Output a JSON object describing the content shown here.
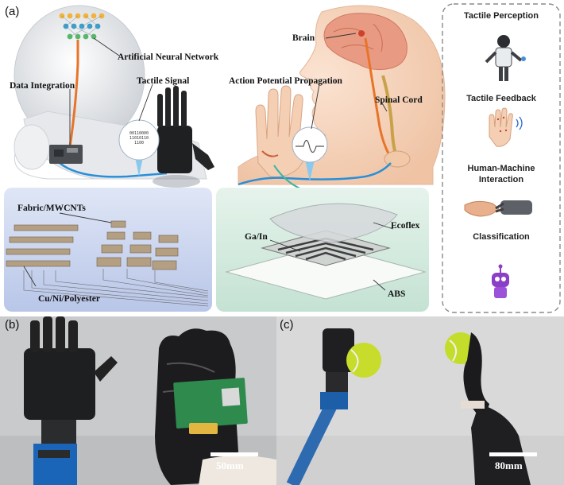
{
  "panels": {
    "a": "(a)",
    "b": "(b)",
    "c": "(c)"
  },
  "labels": {
    "ann": "Artificial Neural Network",
    "data_integration": "Data Integration",
    "tactile_signal": "Tactile Signal",
    "brain": "Brain",
    "action_potential": "Action Potential Propagation",
    "spinal_cord": "Spinal Cord",
    "fabric": "Fabric/MWCNTs",
    "cu_ni": "Cu/Ni/Polyester",
    "ecoflex": "Ecoflex",
    "ga_in": "Ga/In",
    "abs": "ABS",
    "binary": [
      "00110000",
      "11010110",
      "1100"
    ]
  },
  "applications": {
    "tactile_perception": "Tactile Perception",
    "tactile_feedback": "Tactile Feedback",
    "hmi_line1": "Human-Machine",
    "hmi_line2": "Interaction",
    "classification": "Classification"
  },
  "scalebars": {
    "b": "50mm",
    "c": "80mm"
  },
  "colors": {
    "accent_orange": "#e8742a",
    "signal_blue": "#2a8fd8",
    "skin": "#f2cdb2",
    "brain": "#e99a82",
    "box_blue": "#c9d4ec",
    "box_green": "#cfe6dc",
    "dashed_border": "#8a8a8a"
  }
}
